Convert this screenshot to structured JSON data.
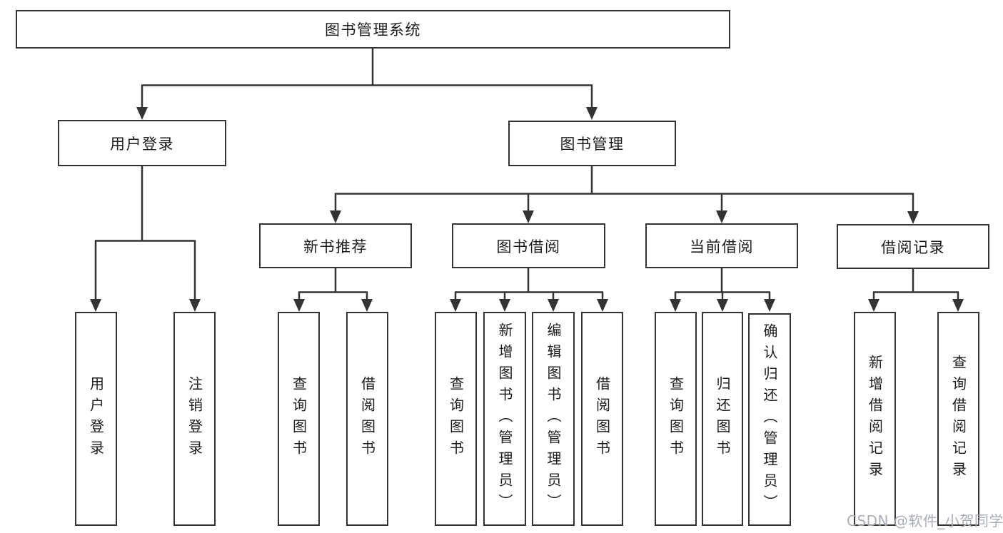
{
  "root": {
    "label": "图书管理系统"
  },
  "level2": {
    "user_login": {
      "label": "用户登录"
    },
    "book_management": {
      "label": "图书管理"
    }
  },
  "level3": {
    "new_book_recommend": {
      "label": "新书推荐"
    },
    "book_borrowing": {
      "label": "图书借阅"
    },
    "current_borrowing": {
      "label": "当前借阅"
    },
    "borrowing_records": {
      "label": "借阅记录"
    }
  },
  "leaves": {
    "user_login": {
      "label": "用户登录"
    },
    "logout_login": {
      "label": "注销登录"
    },
    "recommend_query_book": {
      "label": "查询图书"
    },
    "recommend_borrow_book": {
      "label": "借阅图书"
    },
    "borrowing_query_book": {
      "label": "查询图书"
    },
    "borrowing_add_book": {
      "label": "新增图书（管理员）"
    },
    "borrowing_edit_book": {
      "label": "编辑图书（管理员）"
    },
    "borrowing_borrow_book": {
      "label": "借阅图书"
    },
    "current_query_book": {
      "label": "查询图书"
    },
    "current_return_book": {
      "label": "归还图书"
    },
    "current_confirm_return": {
      "label": "确认归还（管理员）"
    },
    "records_add_record": {
      "label": "新增借阅记录"
    },
    "records_query_record": {
      "label": "查询借阅记录"
    }
  },
  "watermark": {
    "text": "CSDN @软件_小贺同学"
  },
  "colors": {
    "line": "#333333",
    "text": "#1c1c1c",
    "box_background": "#ffffff",
    "watermark": "#a9aeb6",
    "background": "#ffffff"
  }
}
